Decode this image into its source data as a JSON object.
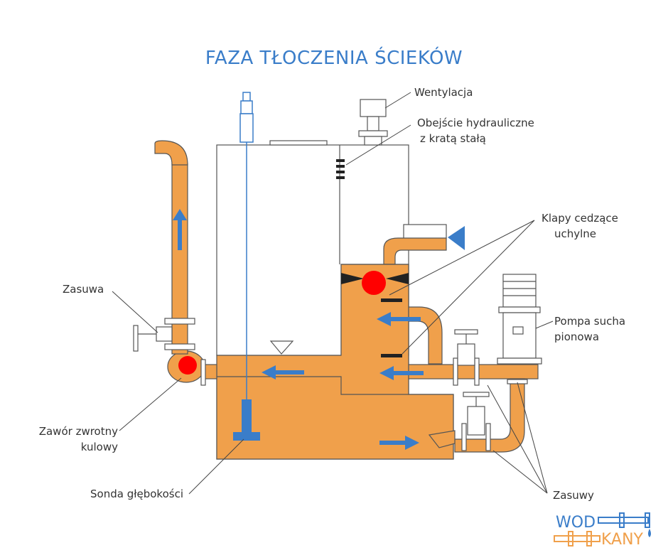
{
  "title": "FAZA TŁOCZENIA ŚCIEKÓW",
  "labels": {
    "wentylacja": "Wentylacja",
    "obejscie_1": "Obejście hydrauliczne",
    "obejscie_2": "z kratą stałą",
    "klapy_1": "Klapy cedzące",
    "klapy_2": "uchylne",
    "pompa_1": "Pompa sucha",
    "pompa_2": "pionowa",
    "zasuwa": "Zasuwa",
    "zawor_1": "Zawór zwrotny",
    "zawor_2": "kulowy",
    "sonda": "Sonda głębokości",
    "zasuwy": "Zasuwy"
  },
  "logo": {
    "part1": "WOD",
    "part2": "KANY"
  },
  "colors": {
    "title_blue": "#3a7dc9",
    "pipe_orange": "#f0a04b",
    "check_ball_red": "#ff0000",
    "flow_arrow_blue": "#3a7dc9",
    "outline_gray": "#555555"
  },
  "icons": [
    "flow-arrow-icon",
    "level-marker-icon",
    "inlet-triangle-icon",
    "check-ball-icon",
    "pipe-logo-icon"
  ]
}
